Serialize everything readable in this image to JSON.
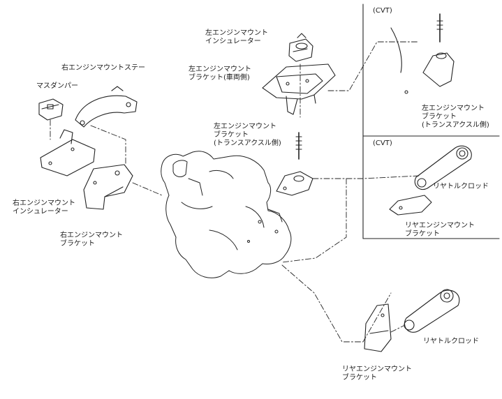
{
  "panels": {
    "cvt_top": "(CVT)",
    "cvt_bottom": "(CVT)"
  },
  "labels": {
    "left_insulator": [
      "左エンジンマウント",
      "インシュレーター"
    ],
    "left_bracket_body": [
      "左エンジンマウント",
      "ブラケット(車両側)"
    ],
    "left_bracket_trans": [
      "左エンジンマウント",
      "ブラケット",
      "(トランスアクスル側)"
    ],
    "right_stay": [
      "右エンジンマウントステー"
    ],
    "mass_damper": [
      "マスダンパー"
    ],
    "right_insulator": [
      "右エンジンマウント",
      "インシュレーター"
    ],
    "right_bracket": [
      "右エンジンマウント",
      "ブラケット"
    ],
    "cvt_left_bracket_trans": [
      "左エンジンマウント",
      "ブラケット",
      "(トランスアクスル側)"
    ],
    "cvt_torque_rod": [
      "リヤトルクロッド"
    ],
    "cvt_rear_bracket": [
      "リヤエンジンマウント",
      "ブラケット"
    ],
    "torque_rod": [
      "リヤトルクロッド"
    ],
    "rear_bracket": [
      "リヤエンジンマウント",
      "ブラケット"
    ]
  }
}
